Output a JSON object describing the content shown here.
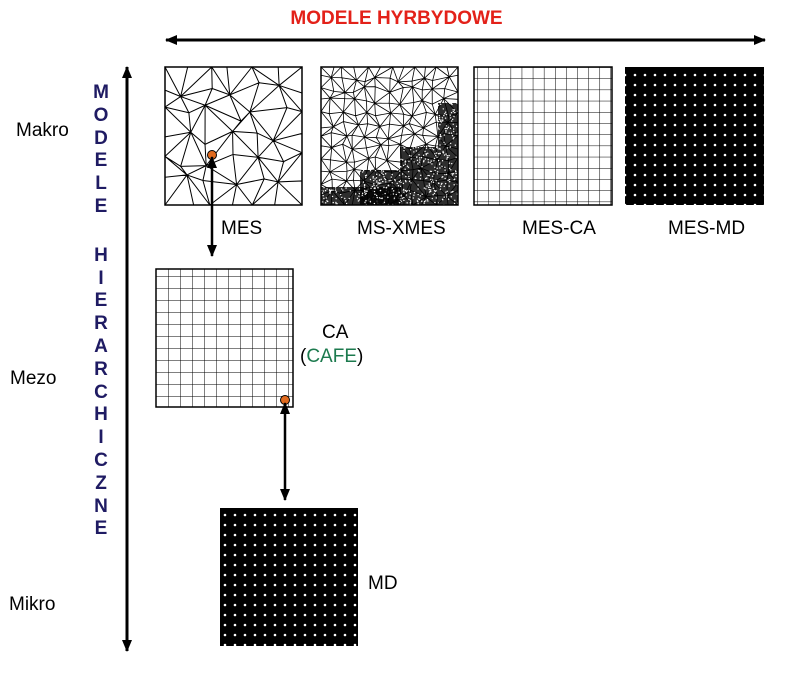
{
  "title": {
    "text": "MODELE HYRBYDOWE",
    "color": "#e32119"
  },
  "vertical_title": {
    "line1": "MODELE",
    "line2": "HIERARCHICZNE",
    "color": "#1f1b63"
  },
  "levels": {
    "macro": "Makro",
    "meso": "Mezo",
    "micro": "Mikro"
  },
  "models": {
    "mes": "MES",
    "ms_xmes": "MS-XMES",
    "mes_ca": "MES-CA",
    "mes_md": "MES-MD",
    "ca": "CA",
    "cafe_open": "(",
    "cafe": "CAFE",
    "cafe_close": ")",
    "md": "MD"
  },
  "colors": {
    "cafe": "#1c7a4e",
    "node": "#e06a1e",
    "line": "#000000"
  }
}
